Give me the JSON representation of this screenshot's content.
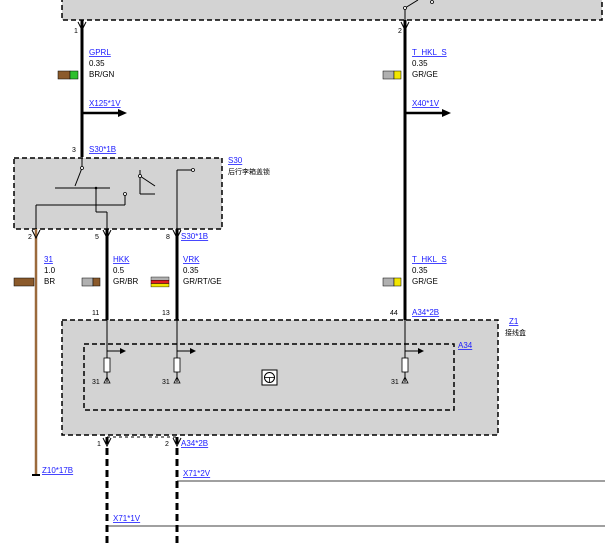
{
  "top_pins": {
    "left": "1",
    "right": "2"
  },
  "wires": {
    "gprl": {
      "name": "GPRL",
      "size": "0.35",
      "color": "BR/GN",
      "swatch": [
        "#8b5a2b",
        "#2fbf2f"
      ]
    },
    "thkl_top": {
      "name": "T_HKL_S",
      "size": "0.35",
      "color": "GR/GE",
      "swatch": [
        "#b0b0b0",
        "#f2e600"
      ]
    },
    "w31": {
      "name": "31",
      "size": "1.0",
      "color": "BR",
      "swatch": [
        "#8b5a2b",
        "#8b5a2b"
      ]
    },
    "hkk": {
      "name": "HKK",
      "size": "0.5",
      "color": "GR/BR",
      "swatch": [
        "#b0b0b0",
        "#8b5a2b"
      ]
    },
    "vrk": {
      "name": "VRK",
      "size": "0.35",
      "color": "GR/RT/GE",
      "swatch": [
        "#b0b0b0",
        "#e32020",
        "#f2e600"
      ]
    },
    "thkl_bot": {
      "name": "T_HKL_S",
      "size": "0.35",
      "color": "GR/GE",
      "swatch": [
        "#b0b0b0",
        "#f2e600"
      ]
    }
  },
  "connectors": {
    "x125": "X125*1V",
    "x40": "X40*1V",
    "s30_pin3": "S30*1B",
    "s30_pin8": "S30*1B",
    "a34_pin44": "A34*2B",
    "a34_bottom": "A34*2B",
    "z10": "Z10*17B",
    "x71_2v": "X71*2V",
    "x71_1v": "X71*1V"
  },
  "components": {
    "s30": {
      "id": "S30",
      "desc": "后行李箱盖锁"
    },
    "z1": {
      "id": "Z1",
      "desc": "接线盒"
    },
    "a34": {
      "id": "A34"
    }
  },
  "pins": {
    "s30_top": "3",
    "s30_p2": "2",
    "s30_p5": "5",
    "s30_p8": "8",
    "a34_11": "11",
    "a34_13": "13",
    "a34_44": "44",
    "a34_b1": "1",
    "a34_b2": "2",
    "gnd_1": "31",
    "gnd_2": "31",
    "gnd_3": "31"
  },
  "colors": {
    "wire": "#000000",
    "brown_wire": "#9b6a3c",
    "box_fill": "#d3d3d3",
    "link": "#1a1aff"
  }
}
